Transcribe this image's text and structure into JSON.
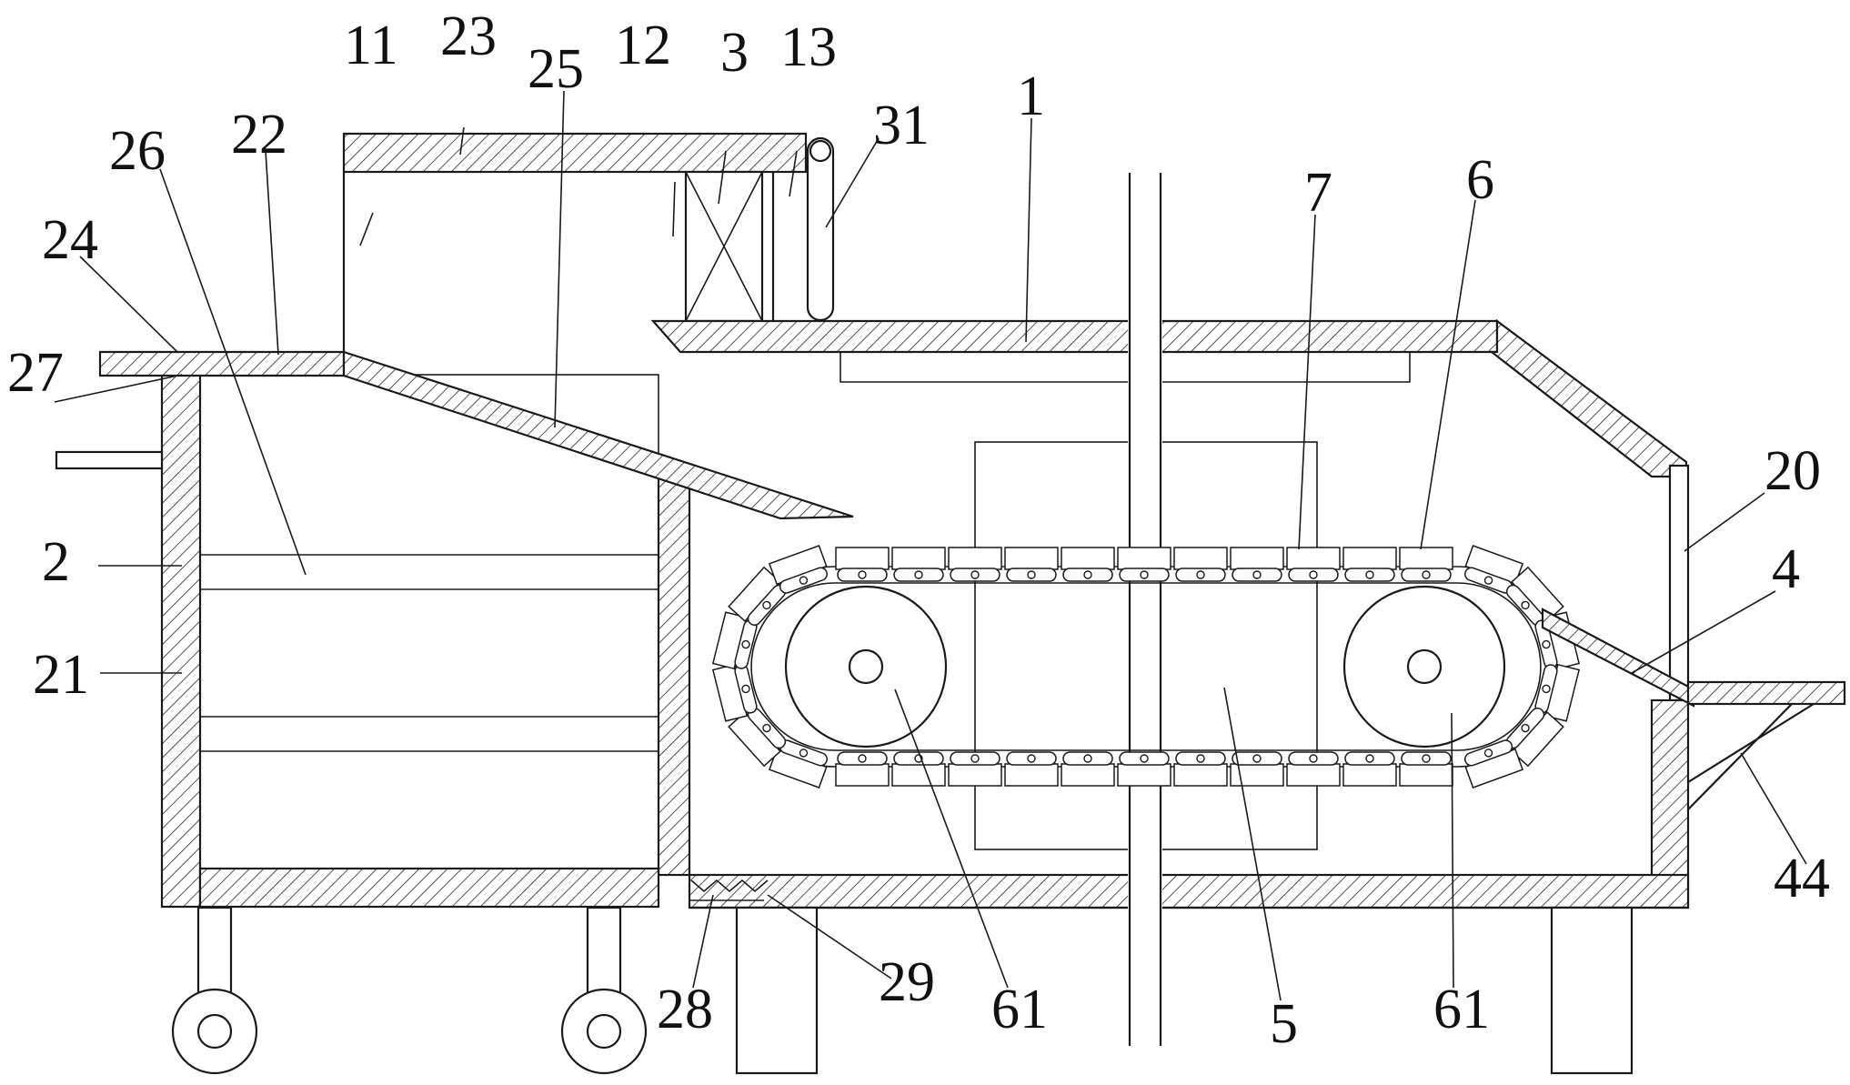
{
  "labels": {
    "l1": "1",
    "l2": "2",
    "l3": "3",
    "l4": "4",
    "l5": "5",
    "l6": "6",
    "l7": "7",
    "l11": "11",
    "l12": "12",
    "l13": "13",
    "l20": "20",
    "l21": "21",
    "l22": "22",
    "l23": "23",
    "l24": "24",
    "l25": "25",
    "l26": "26",
    "l27": "27",
    "l28": "28",
    "l29": "29",
    "l31": "31",
    "l44": "44",
    "l61a": "61",
    "l61b": "61"
  }
}
